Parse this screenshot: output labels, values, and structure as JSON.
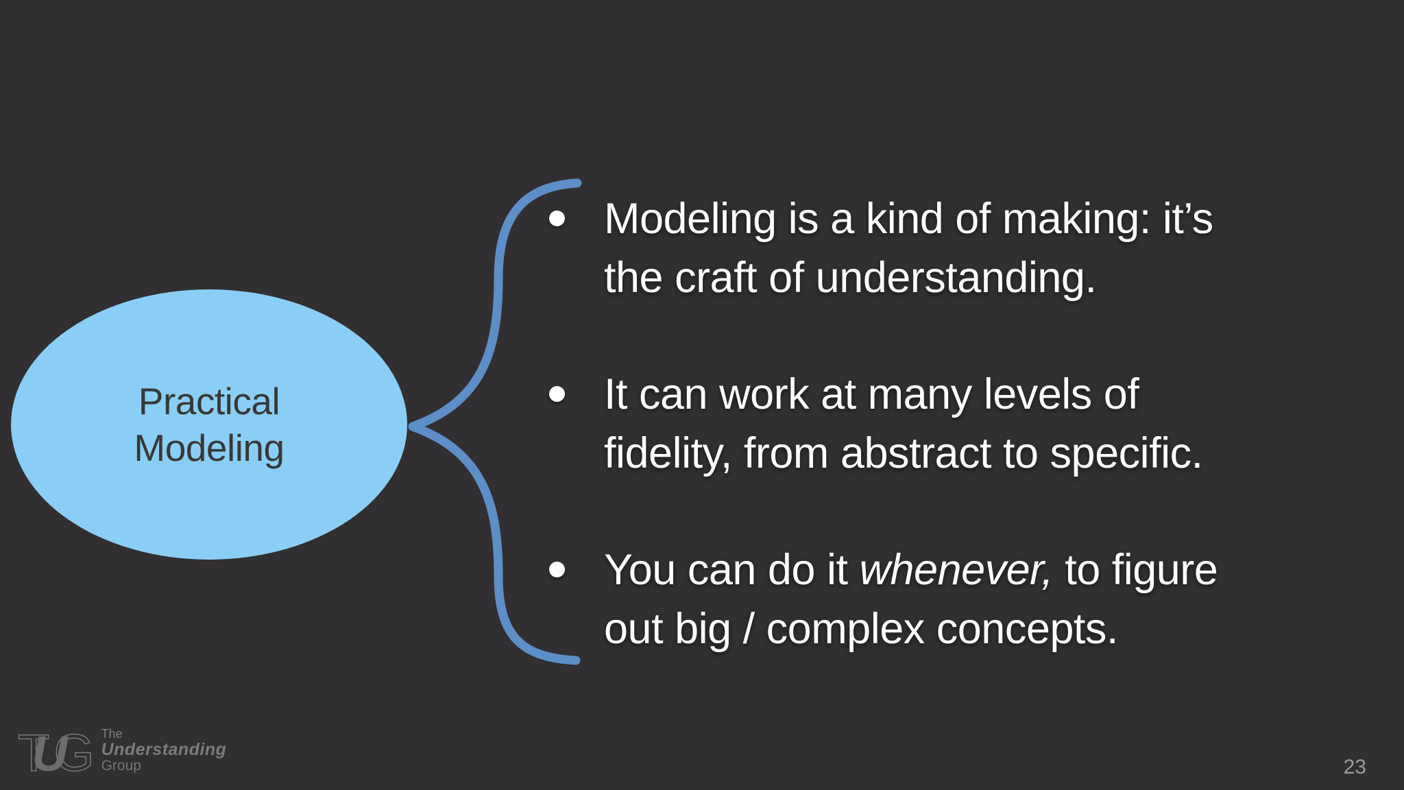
{
  "slide": {
    "page_number": "23",
    "background_color": "#312f31"
  },
  "bubble": {
    "lines": [
      "Practical",
      "Modeling"
    ],
    "fill_color": "#8bcef5",
    "text_color": "#383838"
  },
  "brace": {
    "color": "#5c8ec8"
  },
  "bullets": {
    "text_color": "#ffffff",
    "items": [
      {
        "lines": [
          {
            "segments": [
              {
                "text": "Modeling is a kind of making: it’s",
                "style": "normal"
              }
            ]
          },
          {
            "segments": [
              {
                "text": "the craft of understanding.",
                "style": "normal"
              }
            ]
          }
        ]
      },
      {
        "lines": [
          {
            "segments": [
              {
                "text": "It can work at many levels of",
                "style": "normal"
              }
            ]
          },
          {
            "segments": [
              {
                "text": "fidelity, from abstract to specific.",
                "style": "normal"
              }
            ]
          }
        ]
      },
      {
        "lines": [
          {
            "segments": [
              {
                "text": "You can do it ",
                "style": "normal"
              },
              {
                "text": "whenever,",
                "style": "italic"
              },
              {
                "text": " to figure",
                "style": "normal"
              }
            ]
          },
          {
            "segments": [
              {
                "text": "out big / complex concepts.",
                "style": "normal"
              }
            ]
          }
        ]
      }
    ]
  },
  "logo": {
    "mark": [
      "T",
      "U",
      "G"
    ],
    "name_line1": "The",
    "name_line2": "Understanding",
    "name_line3": "Group",
    "color": "#7a7a7a"
  }
}
